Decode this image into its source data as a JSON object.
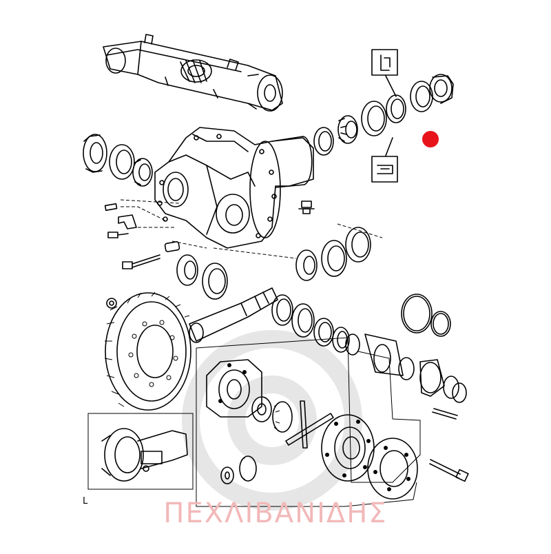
{
  "watermark": {
    "text": "ΠΕΧΛΙΒΑΝΙΔΗΣ",
    "color": "#f2b8b8"
  },
  "corner_label": "L",
  "highlight": {
    "color": "#e8141c",
    "label": "highlighted-part-marker"
  },
  "colors": {
    "ink": "#000000",
    "background": "#ffffff",
    "gear_watermark": "#e8e8e8"
  }
}
